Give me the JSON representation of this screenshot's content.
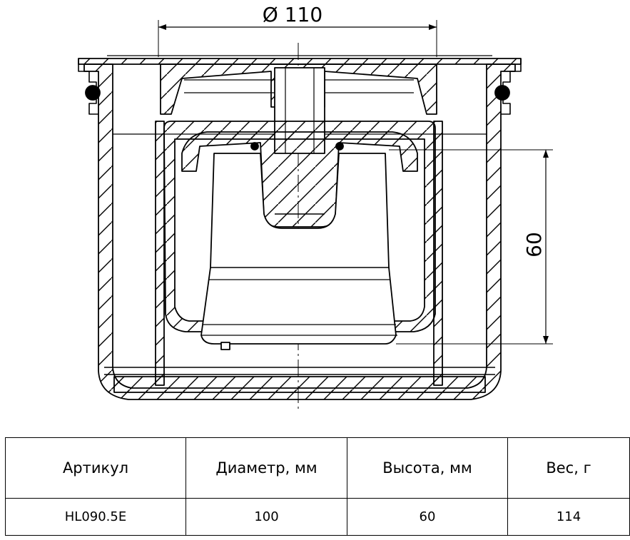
{
  "drawing": {
    "diameter_label": "Ø 110",
    "height_label": "60"
  },
  "table": {
    "headers": [
      "Артикул",
      "Диаметр, мм",
      "Высота, мм",
      "Вес, г"
    ],
    "row": [
      "HL090.5E",
      "100",
      "60",
      "114"
    ]
  }
}
